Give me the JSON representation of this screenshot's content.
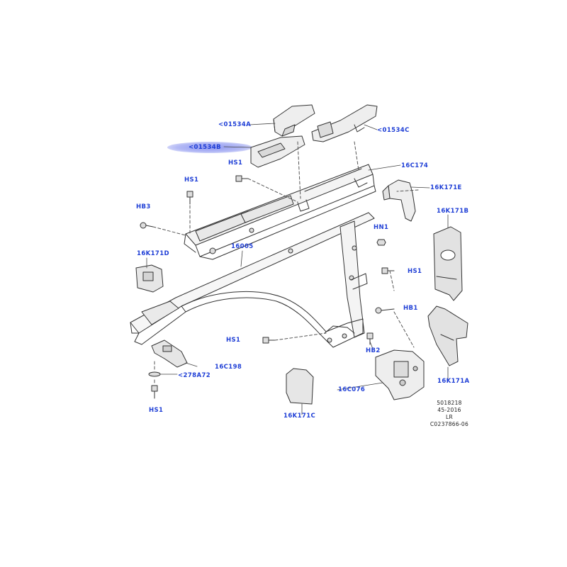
{
  "diagram": {
    "labels": {
      "l01534a": "<01534A",
      "l01534c": "<01534C",
      "l01534b": "<01534B",
      "l16c174": "16C174",
      "l16k171e": "16K171E",
      "hs1_top": "HS1",
      "hs1_mid": "HS1",
      "hs1_left": "HS1",
      "hs1_bottom": "HS1",
      "hs1_lower": "HS1",
      "hb3": "HB3",
      "hn1": "HN1",
      "l16k171b": "16K171B",
      "l16k171d": "16K171D",
      "l16005": "16005",
      "hb1": "HB1",
      "hb2": "HB2",
      "l16c198": "16C198",
      "l278a72": "<278A72",
      "l16k171a": "16K171A",
      "l16c076": "16C076",
      "l16k171c": "16K171C"
    },
    "reference": {
      "line1": "5018218",
      "line2": "45-2016",
      "line3": "LR",
      "line4": "C0237866-06"
    },
    "colors": {
      "label": "#1f3fd6",
      "line": "#333333",
      "highlight": "#8f97f0"
    }
  }
}
